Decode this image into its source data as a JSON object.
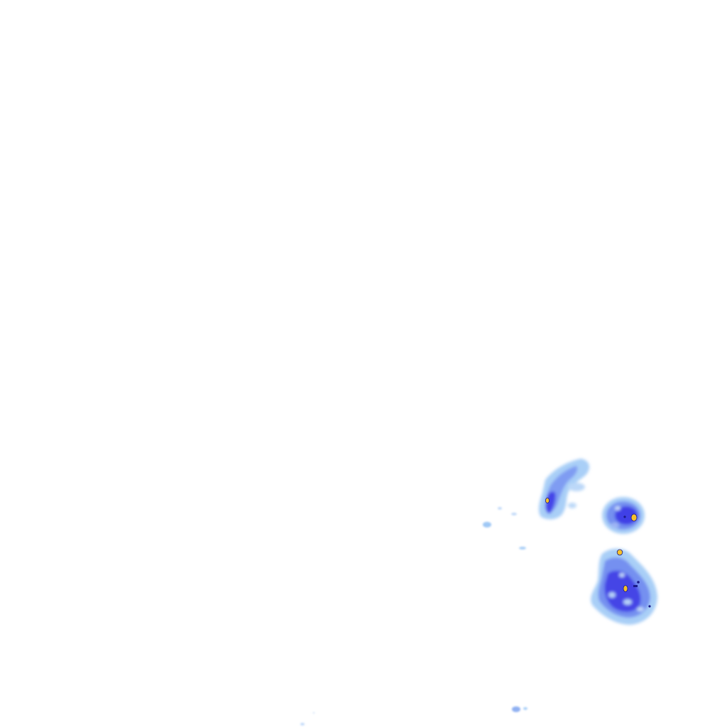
{
  "map": {
    "background": "#ffffff",
    "palette": {
      "light": "#9fc8f5",
      "medium": "#6f8ff0",
      "heavy": "#3f3fe6",
      "intense": "#f6c12a",
      "dark_outline": "#1a1a8a"
    },
    "echoes": [
      {
        "name": "echo-cell-north",
        "intensity": "medium-heavy"
      },
      {
        "name": "echo-cell-east",
        "intensity": "heavy"
      },
      {
        "name": "echo-cell-south",
        "intensity": "heavy"
      },
      {
        "name": "echo-speckle-west",
        "intensity": "light"
      },
      {
        "name": "echo-speckle-bottom",
        "intensity": "light"
      }
    ]
  }
}
